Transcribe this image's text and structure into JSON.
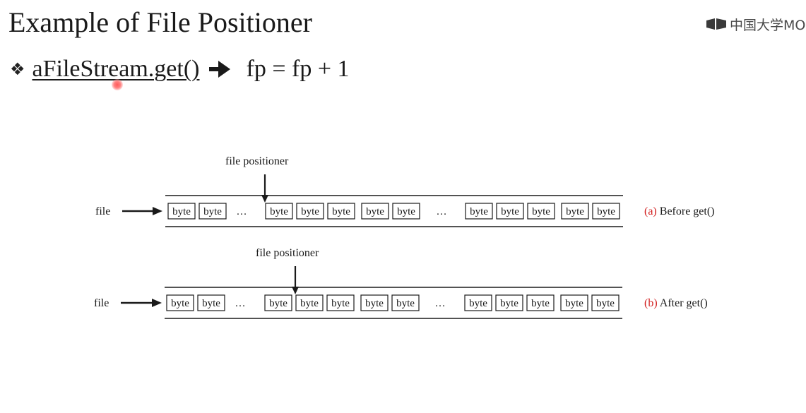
{
  "slide": {
    "title": "Example of File Positioner",
    "bullet_icon": "diamond-bullet-icon",
    "code_call": "aFileStream.get()",
    "arrow_icon": "right-arrow-icon",
    "formula": "fp = fp + 1"
  },
  "watermark": {
    "text": "中国大学MO",
    "icon": "mooc-logo-icon"
  },
  "diagram": {
    "rows": [
      {
        "file_label": "file",
        "positioner_label": "file positioner",
        "positioner_at_byte": 1,
        "groups": [
          [
            "byte",
            "byte"
          ],
          [
            "byte",
            "byte",
            "byte",
            "byte",
            "byte"
          ],
          [
            "byte",
            "byte",
            "byte",
            "byte",
            "byte"
          ]
        ],
        "ellipsis": "…",
        "caption_letter": "(a)",
        "caption_text": "Before get()"
      },
      {
        "file_label": "file",
        "positioner_label": "file positioner",
        "positioner_at_byte": 2,
        "groups": [
          [
            "byte",
            "byte"
          ],
          [
            "byte",
            "byte",
            "byte",
            "byte",
            "byte"
          ],
          [
            "byte",
            "byte",
            "byte",
            "byte",
            "byte"
          ]
        ],
        "ellipsis": "…",
        "caption_letter": "(b)",
        "caption_text": "After get()"
      }
    ],
    "caption_letter_color": "#d21f1f"
  }
}
